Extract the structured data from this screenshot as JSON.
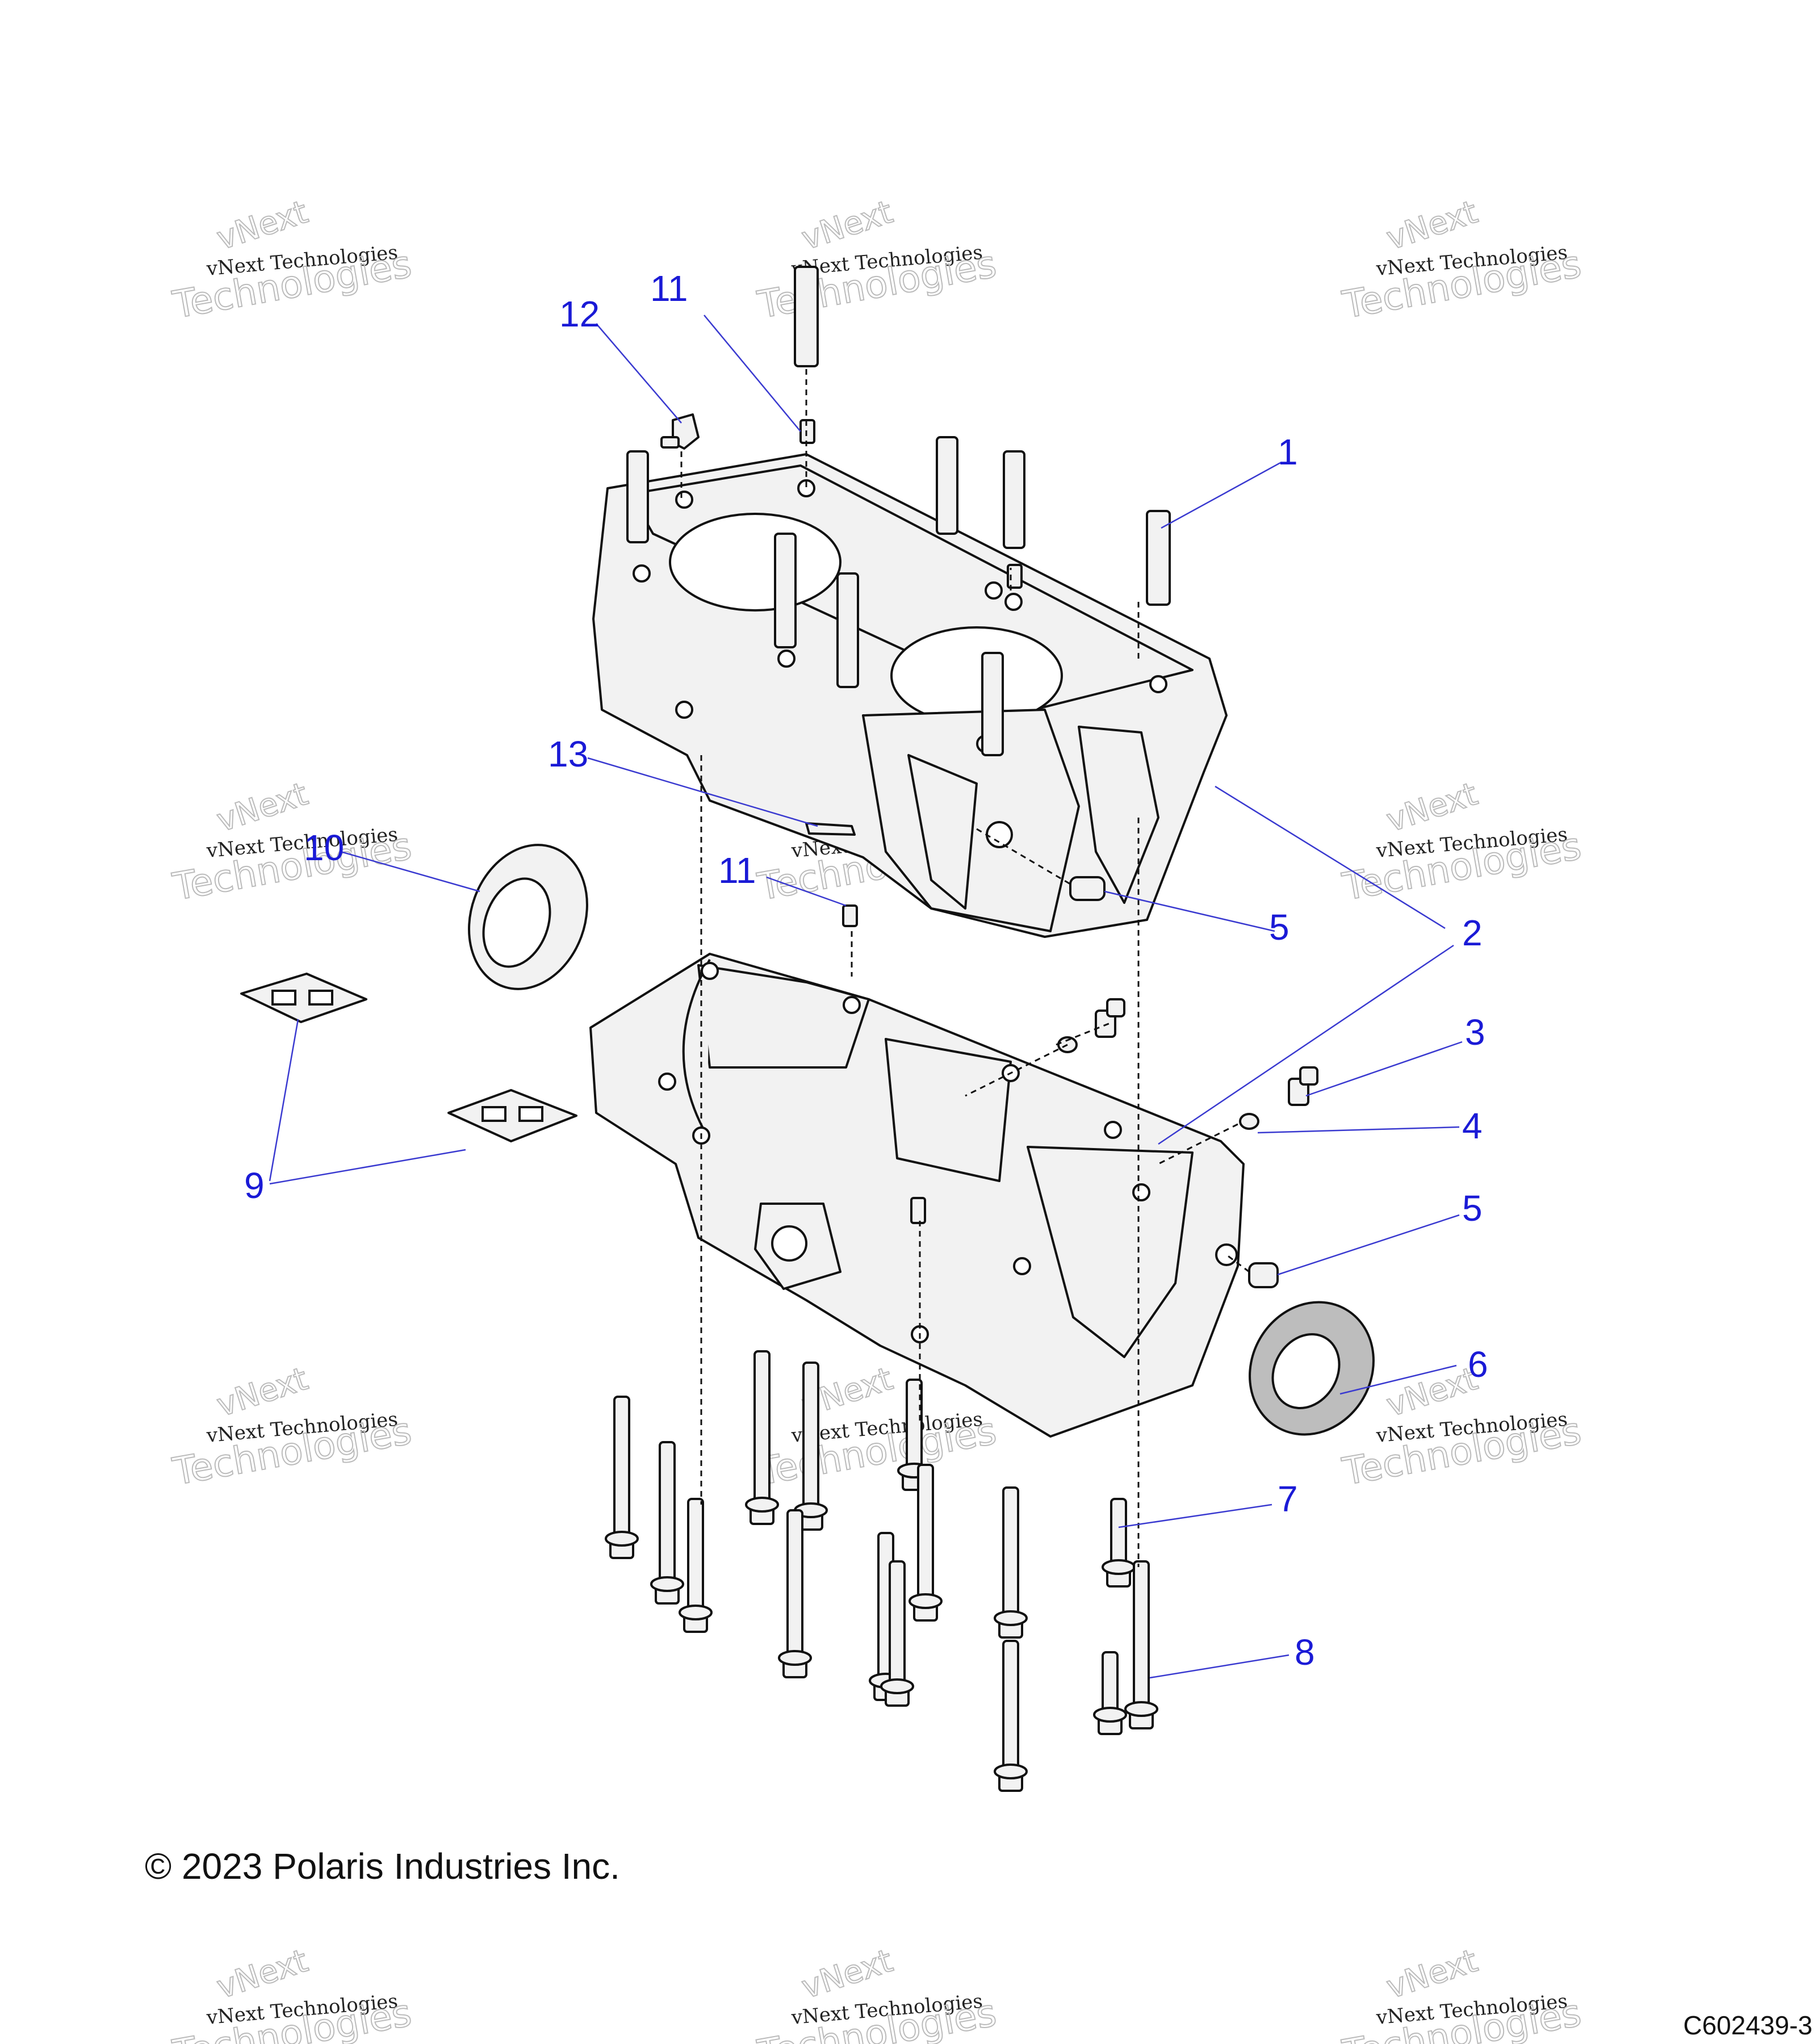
{
  "callouts": [
    {
      "id": "c1",
      "label": "1"
    },
    {
      "id": "c2",
      "label": "2"
    },
    {
      "id": "c3",
      "label": "3"
    },
    {
      "id": "c4",
      "label": "4"
    },
    {
      "id": "c5a",
      "label": "5"
    },
    {
      "id": "c5b",
      "label": "5"
    },
    {
      "id": "c6",
      "label": "6"
    },
    {
      "id": "c7",
      "label": "7"
    },
    {
      "id": "c8",
      "label": "8"
    },
    {
      "id": "c9",
      "label": "9"
    },
    {
      "id": "c10",
      "label": "10"
    },
    {
      "id": "c11a",
      "label": "11"
    },
    {
      "id": "c11b",
      "label": "11"
    },
    {
      "id": "c12",
      "label": "12"
    },
    {
      "id": "c13",
      "label": "13"
    }
  ],
  "watermark": {
    "line_top": "vNext",
    "line_small": "vNext Technologies",
    "line_large": "Technologies"
  },
  "copyright": "© 2023 Polaris Industries Inc.",
  "drawing_number": "C602439-3"
}
